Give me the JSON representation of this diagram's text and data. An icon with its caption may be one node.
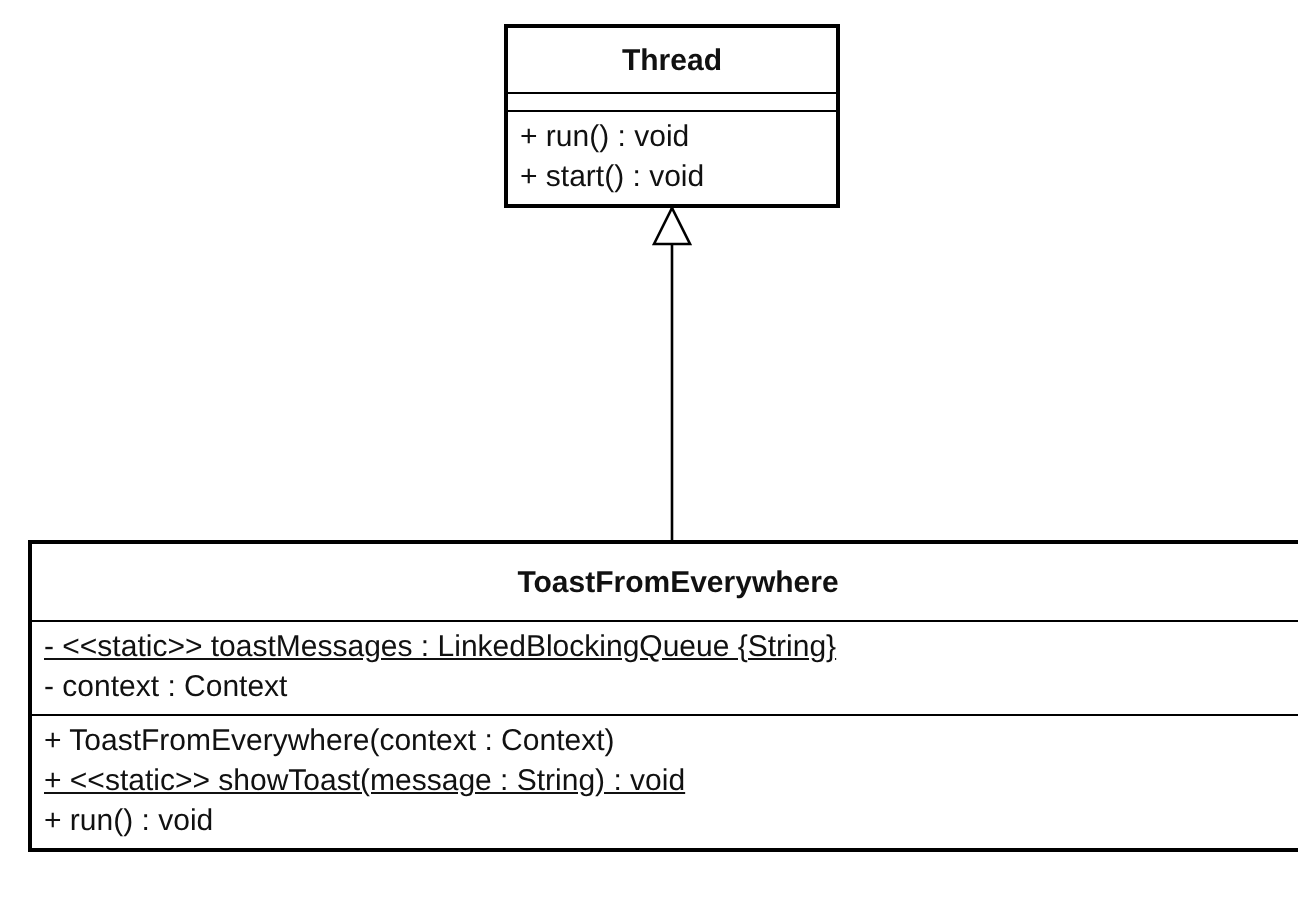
{
  "diagram": {
    "nodes": [
      {
        "text": [
          "Thread",
          "+ run() : void",
          "+ start() : void"
        ]
      },
      {
        "text": [
          "ToastFromEverywhere",
          "- <<static>> toastMessages : LinkedBlockingQueue {String}",
          "- context : Context",
          "+ ToastFromEverywhere(context : Context)",
          "+ <<static>> showToast(message : String) : void",
          "+ run() : void"
        ]
      }
    ],
    "edges": [
      {
        "from": 1,
        "to": 0,
        "arrow": "to"
      }
    ]
  }
}
